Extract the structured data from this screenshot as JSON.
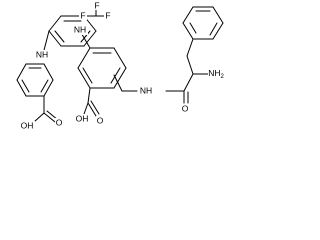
{
  "labels": {
    "cf3_f_top": "F",
    "cf3_f_left": "F",
    "cf3_f_right": "F",
    "nh_left": "NH",
    "nh_center": "NH",
    "nh_amide": "NH",
    "cooh_left": "OH",
    "cooh_left_o": "O",
    "cooh_center": "OH",
    "cooh_center_o": "O",
    "amide_o": "O",
    "amino": "NH",
    "amino_sub": "2"
  }
}
